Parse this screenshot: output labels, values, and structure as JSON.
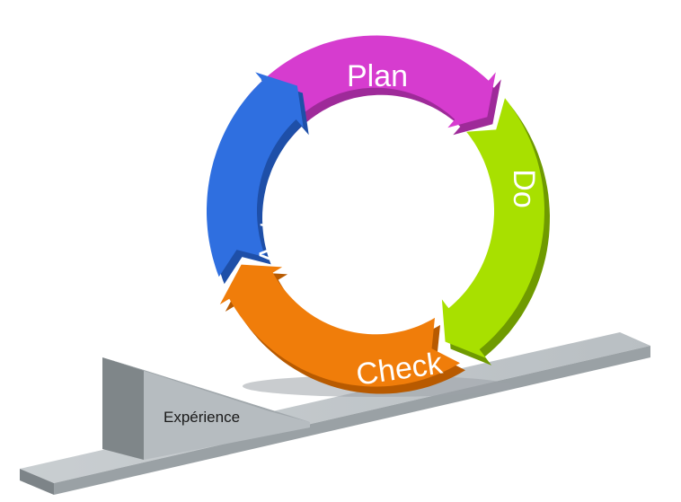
{
  "diagram": {
    "cycle": [
      {
        "id": "plan",
        "label": "Plan",
        "color": "#d63ccf",
        "shade": "#9e2a99"
      },
      {
        "id": "do",
        "label": "Do",
        "color": "#a8e000",
        "shade": "#6f9a00"
      },
      {
        "id": "check",
        "label": "Check",
        "color": "#f07d0a",
        "shade": "#b85a00"
      },
      {
        "id": "act",
        "label": "Act",
        "color": "#2f6fe0",
        "shade": "#1e4fa8"
      }
    ],
    "wedge_label": "Expérience",
    "base_color": "#c8cdd0",
    "base_shade": "#8f969a"
  }
}
